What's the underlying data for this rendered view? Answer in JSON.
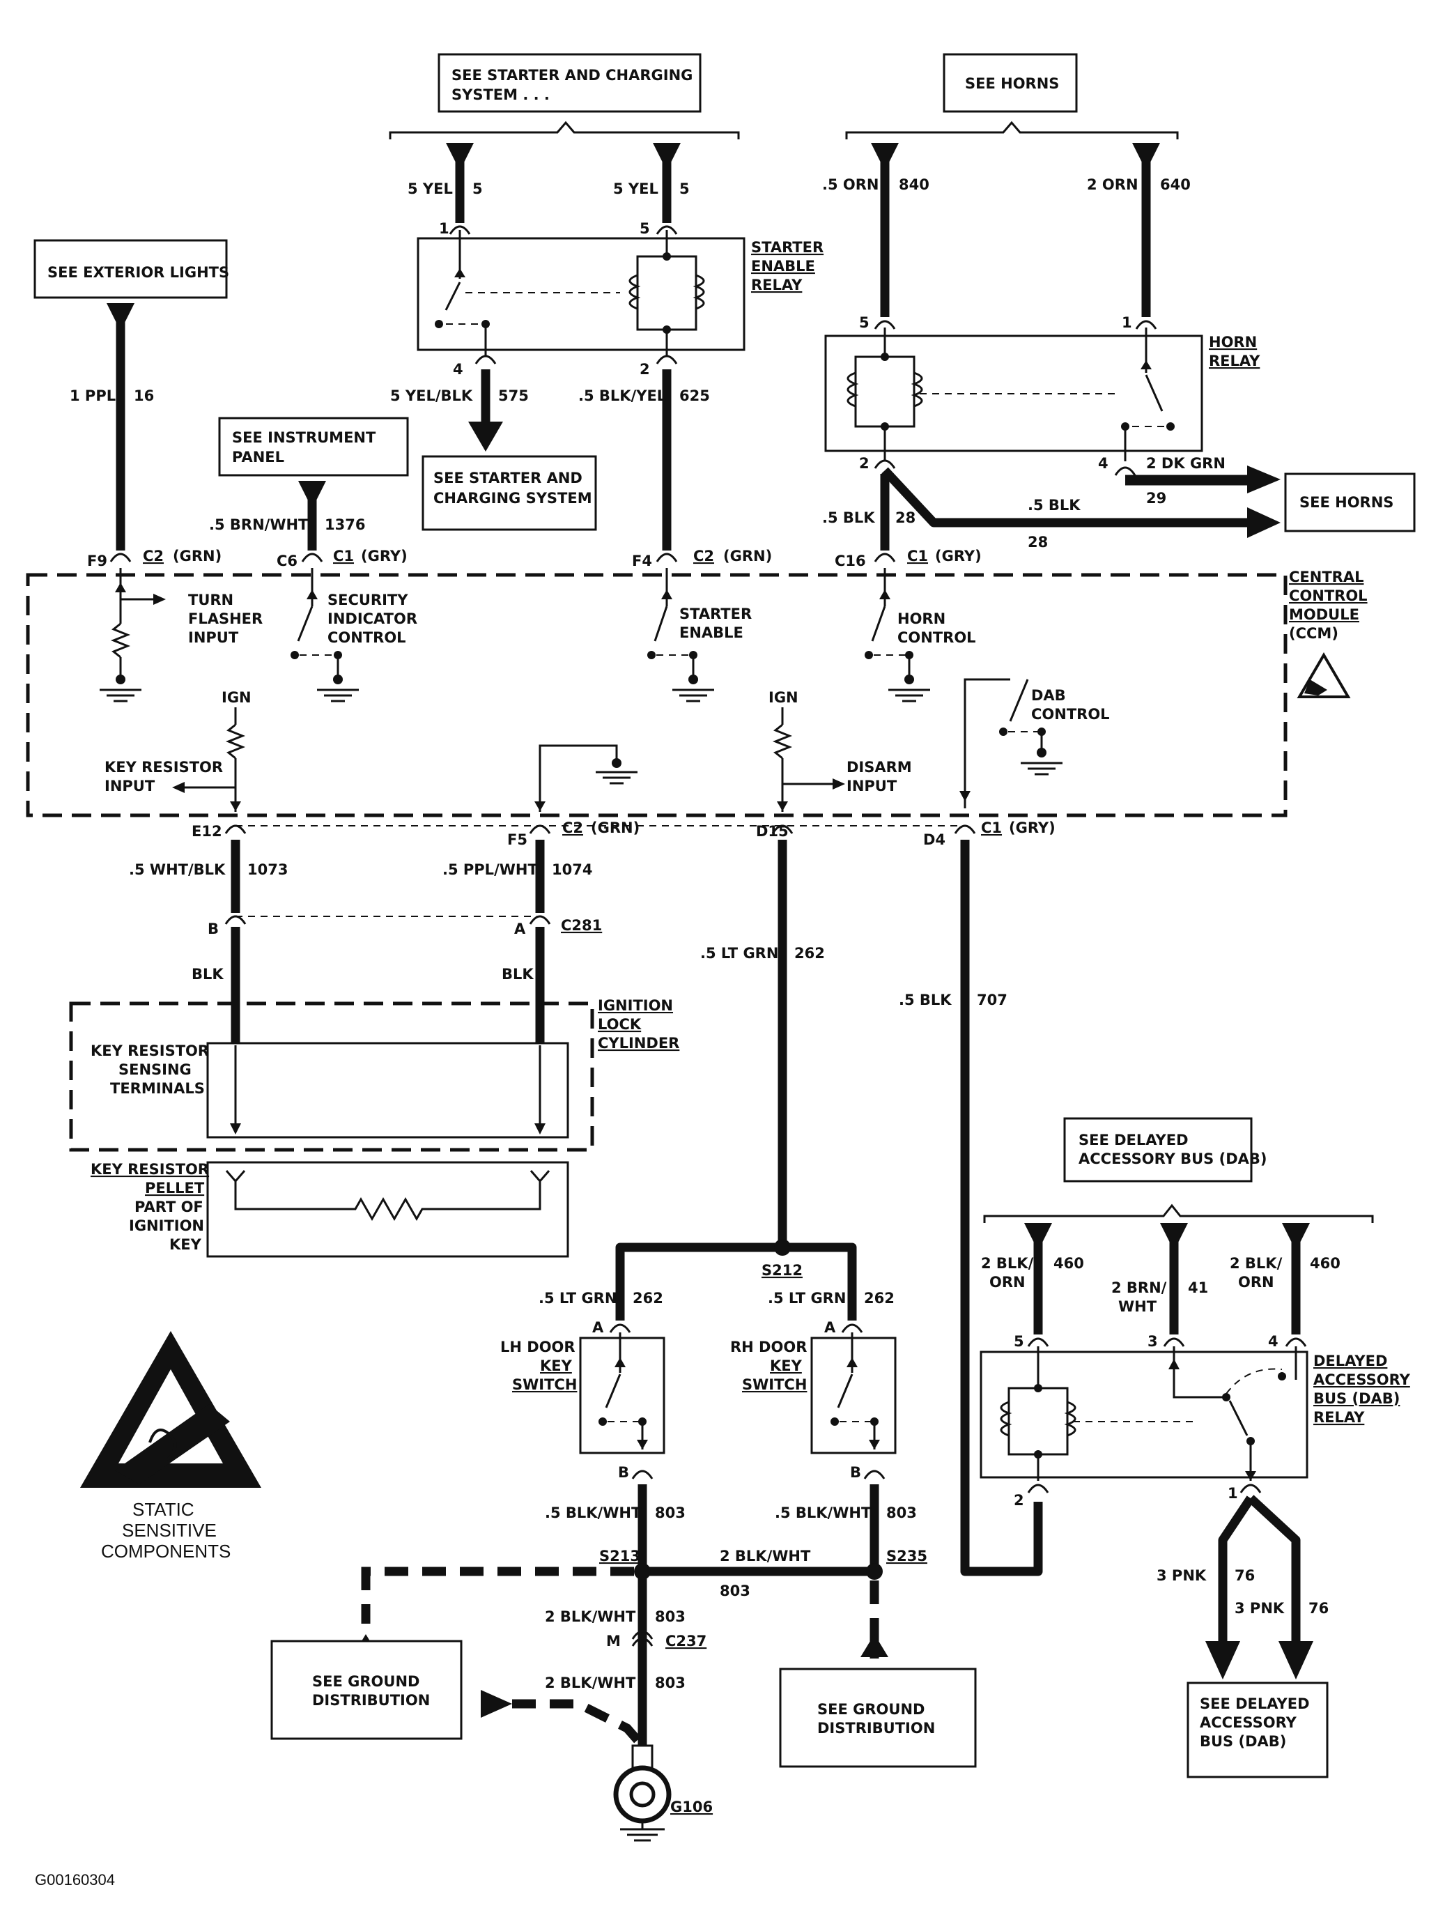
{
  "refs": {
    "starter_charging_top": [
      "SEE STARTER AND CHARGING",
      "SYSTEM  . . ."
    ],
    "horns_top": "SEE HORNS",
    "exterior_lights": "SEE EXTERIOR LIGHTS",
    "instrument_panel": [
      "SEE INSTRUMENT",
      "PANEL"
    ],
    "starter_charging_mid": [
      "SEE STARTER AND",
      "CHARGING SYSTEM"
    ],
    "horns_right": "SEE HORNS",
    "dab_top": [
      "SEE DELAYED",
      "ACCESSORY BUS (DAB)"
    ],
    "ground_left": [
      "SEE GROUND",
      "DISTRIBUTION"
    ],
    "ground_right": [
      "SEE GROUND",
      "DISTRIBUTION"
    ],
    "dab_bottom": [
      "SEE DELAYED",
      "ACCESSORY",
      "BUS (DAB)"
    ]
  },
  "components": {
    "starter_relay": [
      "STARTER",
      "ENABLE",
      "RELAY"
    ],
    "horn_relay": [
      "HORN",
      "RELAY"
    ],
    "ccm": [
      "CENTRAL",
      "CONTROL",
      "MODULE",
      "(CCM)"
    ],
    "ignition_lock": [
      "IGNITION",
      "LOCK",
      "CYLINDER"
    ],
    "key_resistor_terminals": [
      "KEY RESISTOR",
      "SENSING",
      "TERMINALS"
    ],
    "key_resistor_pellet": [
      "KEY RESISTOR",
      "PELLET",
      "PART OF",
      "IGNITION",
      "KEY"
    ],
    "lh_door": [
      "LH DOOR",
      "KEY",
      "SWITCH"
    ],
    "rh_door": [
      "RH DOOR",
      "KEY",
      "SWITCH"
    ],
    "dab_relay": [
      "DELAYED",
      "ACCESSORY",
      "BUS (DAB)",
      "RELAY"
    ],
    "static_note": [
      "STATIC",
      "SENSITIVE",
      "COMPONENTS"
    ]
  },
  "ccm_internal": {
    "turn_flasher": [
      "TURN",
      "FLASHER",
      "INPUT"
    ],
    "security": [
      "SECURITY",
      "INDICATOR",
      "CONTROL"
    ],
    "starter_enable": [
      "STARTER",
      "ENABLE"
    ],
    "horn_control": [
      "HORN",
      "CONTROL"
    ],
    "dab_control": [
      "DAB",
      "CONTROL"
    ],
    "key_resistor_input": [
      "KEY RESISTOR",
      "INPUT"
    ],
    "disarm_input": [
      "DISARM",
      "INPUT"
    ],
    "ign_1": "IGN",
    "ign_2": "IGN"
  },
  "wires": {
    "w_5yel_a": [
      "5 YEL",
      "5"
    ],
    "w_5yel_b": [
      "5 YEL",
      "5"
    ],
    "w_5yelblk": [
      "5 YEL/BLK",
      "575"
    ],
    "w_5blkyel": [
      ".5 BLK/YEL",
      "625"
    ],
    "w_5orn": [
      ".5 ORN",
      "840"
    ],
    "w_2orn": [
      "2 ORN",
      "640"
    ],
    "w_1ppl": [
      "1 PPL",
      "16"
    ],
    "w_brnwht": [
      ".5 BRN/WHT",
      "1376"
    ],
    "w_5blk28": [
      ".5 BLK",
      "28"
    ],
    "w_5blk28_right": [
      ".5 BLK",
      "28"
    ],
    "w_2dkgrn": [
      "2 DK GRN",
      "29"
    ],
    "w_whtblk": [
      ".5 WHT/BLK",
      "1073"
    ],
    "w_pplwht": [
      ".5 PPL/WHT",
      "1074"
    ],
    "w_blk_b": "BLK",
    "w_blk_a": "BLK",
    "w_ltgrn": [
      ".5 LT GRN",
      "262"
    ],
    "w_blk707": [
      ".5 BLK",
      "707"
    ],
    "w_ltgrn_lh": [
      ".5 LT GRN",
      "262"
    ],
    "w_ltgrn_rh": [
      ".5 LT GRN",
      "262"
    ],
    "w_blkwht_lh": [
      ".5 BLK/WHT",
      "803"
    ],
    "w_blkwht_rh": [
      ".5 BLK/WHT",
      "803"
    ],
    "w_2blkwht_h": [
      "2 BLK/WHT",
      "803"
    ],
    "w_2blkwht_v1": [
      "2 BLK/WHT",
      "803"
    ],
    "w_2blkwht_v2": [
      "2 BLK/WHT",
      "803"
    ],
    "w_2blkorn_a": [
      "2 BLK/",
      "ORN",
      "460"
    ],
    "w_2brnwht": [
      "2 BRN/",
      "WHT",
      "41"
    ],
    "w_2blkorn_b": [
      "2 BLK/",
      "ORN",
      "460"
    ],
    "w_3pnk_a": [
      "3 PNK",
      "76"
    ],
    "w_3pnk_b": [
      "3 PNK",
      "76"
    ]
  },
  "pins": {
    "sr_1": "1",
    "sr_5": "5",
    "sr_4": "4",
    "sr_2": "2",
    "hr_5": "5",
    "hr_1": "1",
    "hr_2": "2",
    "hr_4": "4",
    "f9": "F9",
    "c6": "C6",
    "f4": "F4",
    "c16": "C16",
    "e12": "E12",
    "f5": "F5",
    "d15": "D15",
    "d4": "D4",
    "b": "B",
    "a": "A",
    "lh_a": "A",
    "lh_b": "B",
    "rh_a": "A",
    "rh_b": "B",
    "m": "M",
    "dab_5": "5",
    "dab_3": "3",
    "dab_4": "4",
    "dab_2": "2",
    "dab_1": "1"
  },
  "connectors": {
    "c2_grn_1": [
      "C2",
      "(GRN)"
    ],
    "c1_gry_1": [
      "C1",
      "(GRY)"
    ],
    "c2_grn_2": [
      "C2",
      "(GRN)"
    ],
    "c1_gry_2": [
      "C1",
      "(GRY)"
    ],
    "c2_grn_3": [
      "C2",
      "(GRN)"
    ],
    "c1_gry_3": [
      "C1",
      "(GRY)"
    ],
    "c281": "C281",
    "s212": "S212",
    "s213": "S213",
    "s235": "S235",
    "c237": "C237",
    "g106": "G106"
  },
  "figure_id": "G00160304"
}
